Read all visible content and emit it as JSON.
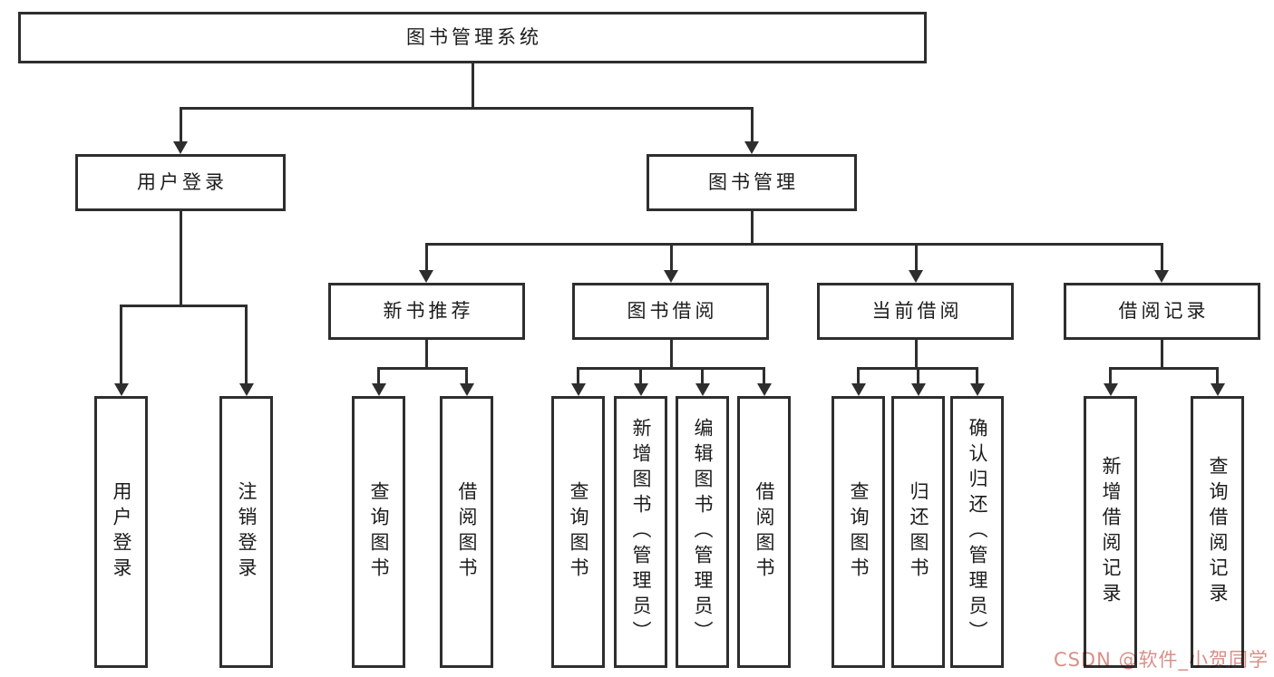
{
  "diagram": {
    "title": "图书管理系统",
    "watermark": "CSDN @软件_小贺同学"
  },
  "colors": {
    "line": "#2e2e2e",
    "box_background": "#ffffff",
    "text": "#1c1c1c",
    "watermark": "#d98f88"
  },
  "nodes": {
    "root": {
      "label": "图书管理系统"
    },
    "user_login": {
      "label": "用户登录"
    },
    "book_mgmt": {
      "label": "图书管理"
    },
    "new_book_rec": {
      "label": "新书推荐"
    },
    "book_borrow": {
      "label": "图书借阅"
    },
    "current_borrow": {
      "label": "当前借阅"
    },
    "borrow_record": {
      "label": "借阅记录"
    },
    "leaf_user_login": {
      "label": "用户登录"
    },
    "leaf_logout": {
      "label": "注销登录"
    },
    "leaf_query_book_rec": {
      "label": "查询图书"
    },
    "leaf_borrow_book_rec": {
      "label": "借阅图书"
    },
    "leaf_query_book_borrow": {
      "label": "查询图书"
    },
    "leaf_add_book": {
      "label": "新增图书（管理员）"
    },
    "leaf_edit_book": {
      "label": "编辑图书（管理员）"
    },
    "leaf_borrow_book_borrow": {
      "label": "借阅图书"
    },
    "leaf_query_book_current": {
      "label": "查询图书"
    },
    "leaf_return_book": {
      "label": "归还图书"
    },
    "leaf_confirm_return": {
      "label": "确认归还（管理员）"
    },
    "leaf_add_borrow_record": {
      "label": "新增借阅记录"
    },
    "leaf_query_borrow_record": {
      "label": "查询借阅记录"
    }
  }
}
